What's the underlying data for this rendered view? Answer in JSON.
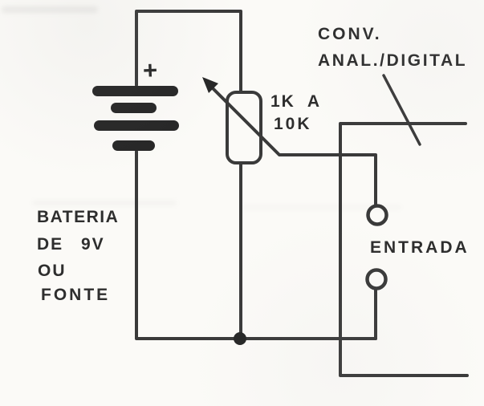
{
  "meta": {
    "description": "Hand-drawn electronics schematic: 9V battery or power source feeding a 1K-10K potentiometer whose wiper goes to the input of an analog/digital converter",
    "language": "Portuguese"
  },
  "colors": {
    "ink": "#3a3a3a",
    "ink_dark": "#272727",
    "paper": "#fbfaf7"
  },
  "schematic": {
    "battery": {
      "polarity": "+",
      "caption_lines": [
        "BATERIA",
        "DE 9V",
        "OU",
        "FONTE"
      ]
    },
    "potentiometer": {
      "value_line1": "1K A",
      "value_line2": "10K"
    },
    "converter": {
      "label_line1": "CONV.",
      "label_line2": "ANAL./DIGITAL"
    },
    "input": {
      "label": "ENTRADA"
    }
  }
}
